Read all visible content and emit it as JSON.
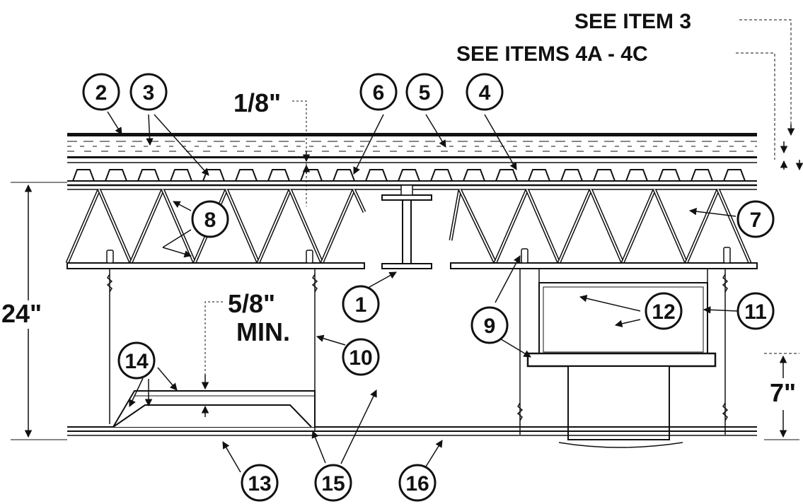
{
  "callouts": {
    "see_item_3": "SEE ITEM 3",
    "see_items_4a_4c": "SEE ITEMS 4A - 4C"
  },
  "dimensions": {
    "gap_top": "1/8\"",
    "min_thickness_value": "5/8\"",
    "min_thickness_suffix": "MIN.",
    "total_height": "24\"",
    "fixture_height": "7\""
  },
  "items": [
    "1",
    "2",
    "3",
    "4",
    "5",
    "6",
    "7",
    "8",
    "9",
    "10",
    "11",
    "12",
    "13",
    "14",
    "15",
    "16"
  ],
  "colors": {
    "ink": "#111111",
    "paper": "#ffffff"
  }
}
